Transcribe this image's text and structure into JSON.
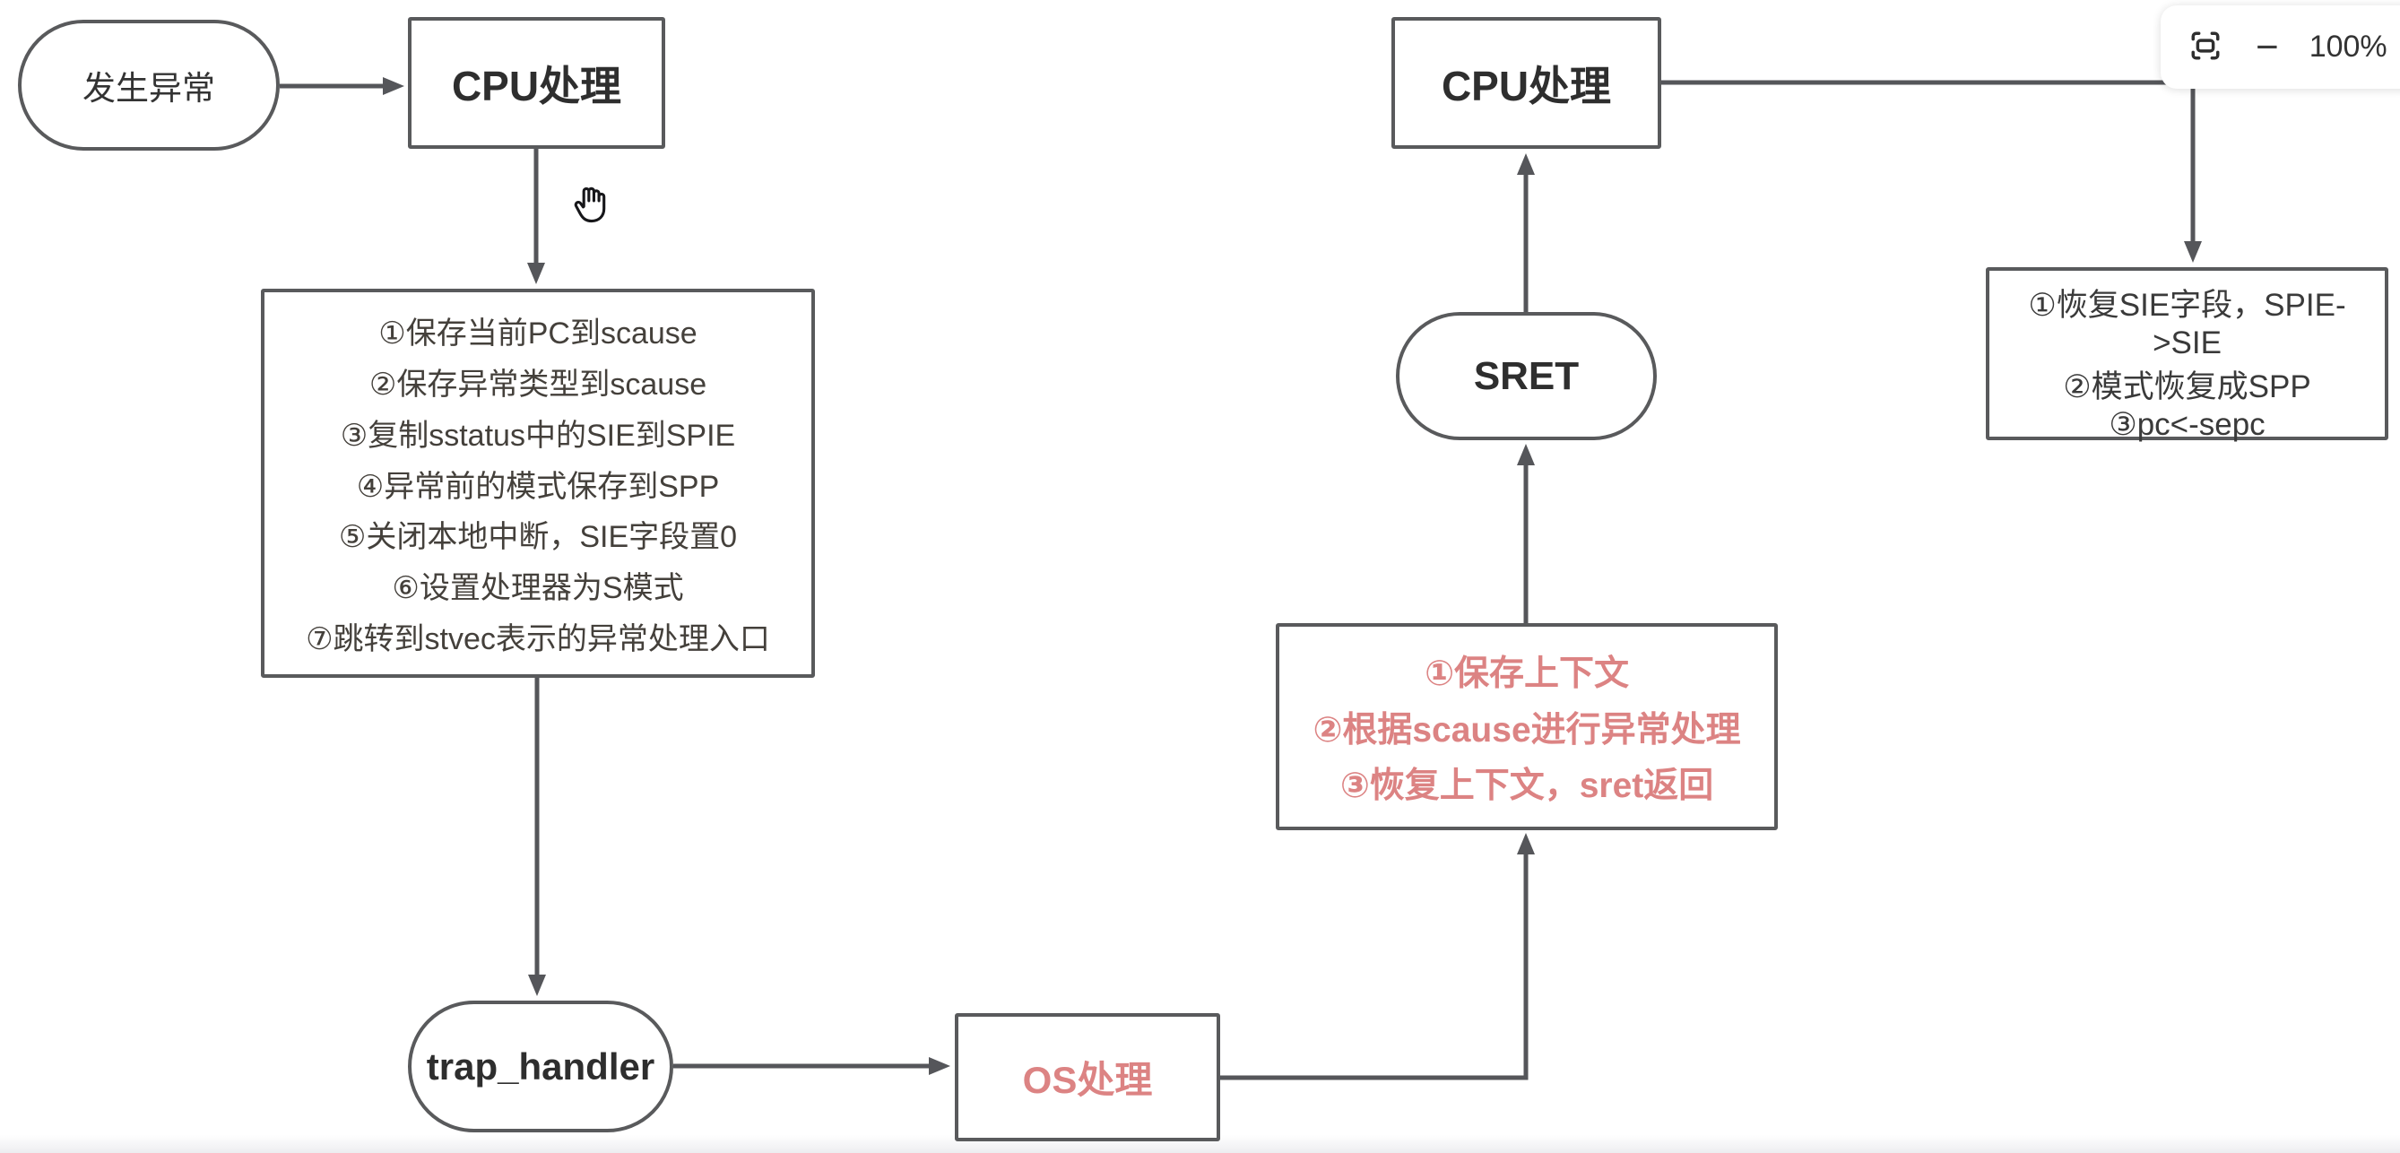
{
  "diagram": {
    "nodes": {
      "start": {
        "label": "发生异常"
      },
      "cpu_left": {
        "label": "CPU处理"
      },
      "cpu_steps": {
        "lines": [
          "①保存当前PC到scause",
          "②保存异常类型到scause",
          "③复制sstatus中的SIE到SPIE",
          "④异常前的模式保存到SPP",
          "⑤关闭本地中断，SIE字段置0",
          "⑥设置处理器为S模式",
          "⑦跳转到stvec表示的异常处理入口"
        ]
      },
      "trap_handler": {
        "label": "trap_handler"
      },
      "os": {
        "label": "OS处理"
      },
      "os_steps": {
        "lines": [
          "①保存上下文",
          "②根据scause进行异常处理",
          "③恢复上下文，sret返回"
        ]
      },
      "sret": {
        "label": "SRET"
      },
      "cpu_right": {
        "label": "CPU处理"
      },
      "return_steps": {
        "lines": [
          "①恢复SIE字段，SPIE->SIE",
          "②模式恢复成SPP",
          "③pc<-sepc"
        ]
      }
    },
    "icons": {
      "cursor": "hand-grab-cursor-icon",
      "fit": "fit-to-screen-icon"
    },
    "colors": {
      "line_gray": "#595A5C",
      "accent_red": "#DC8383",
      "text_dark": "#2E2E2E",
      "steps_text": "#44403B"
    }
  },
  "toolbar": {
    "zoom_out_label": "−",
    "zoom_level": "100%"
  }
}
